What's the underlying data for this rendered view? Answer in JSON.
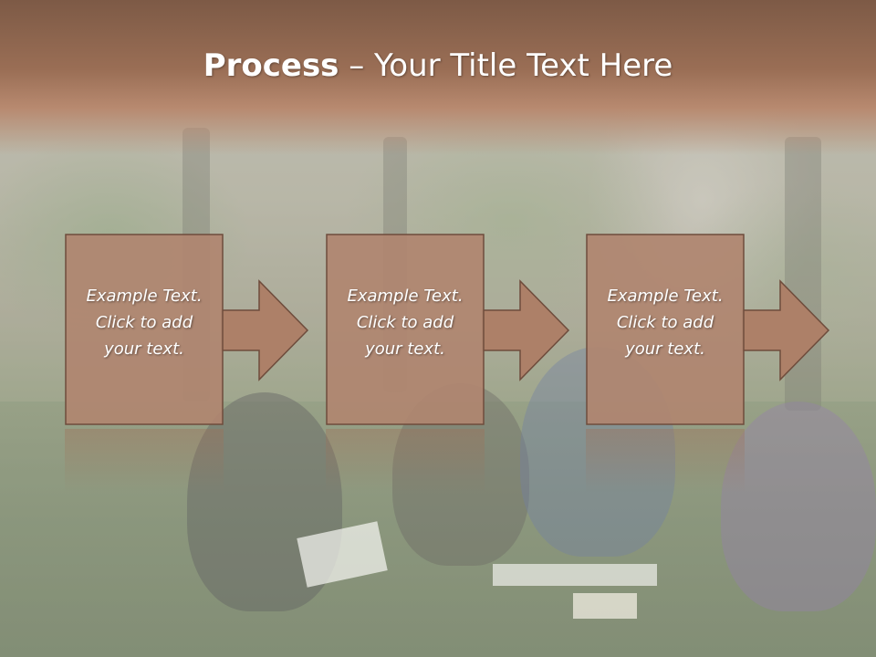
{
  "slide": {
    "title_bold": "Process",
    "title_rest": " – Your Title Text Here"
  },
  "steps": [
    {
      "lines": [
        "Example Text.",
        "Click  to add",
        "your text."
      ]
    },
    {
      "lines": [
        "Example Text.",
        "Click  to add",
        "your text."
      ]
    },
    {
      "lines": [
        "Example Text.",
        "Click  to add",
        "your text."
      ]
    }
  ],
  "colors": {
    "box_fill": "#b08670",
    "box_stroke": "#6e4c3c",
    "arrow_fill": "#ad8068",
    "title_band": "#8f6650"
  }
}
